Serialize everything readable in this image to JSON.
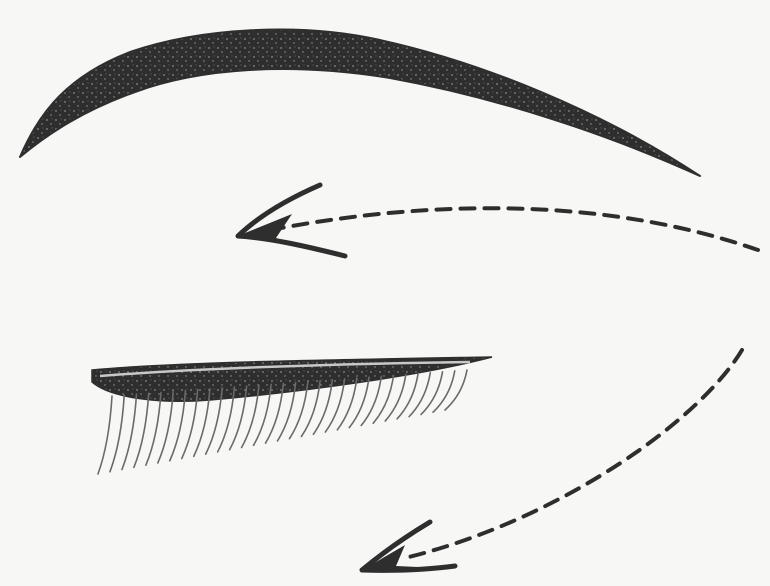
{
  "diagram": {
    "colors": {
      "background": "#f7f7f5",
      "ink": "#2e2e2e",
      "ink_light": "#6a6a6a",
      "highlight": "#9a9a9a"
    },
    "elements": [
      {
        "kind": "eyebrow",
        "icon": "eyebrow-icon"
      },
      {
        "kind": "upper-eyelid-lash-line",
        "icon": "eyelid-icon"
      },
      {
        "kind": "eyelashes",
        "icon": "eyelashes-icon"
      },
      {
        "kind": "dashed-arrow",
        "direction": "leftward",
        "icon": "arrow-left-icon"
      },
      {
        "kind": "dashed-arrow",
        "direction": "down-left",
        "icon": "arrow-down-left-icon"
      }
    ]
  }
}
